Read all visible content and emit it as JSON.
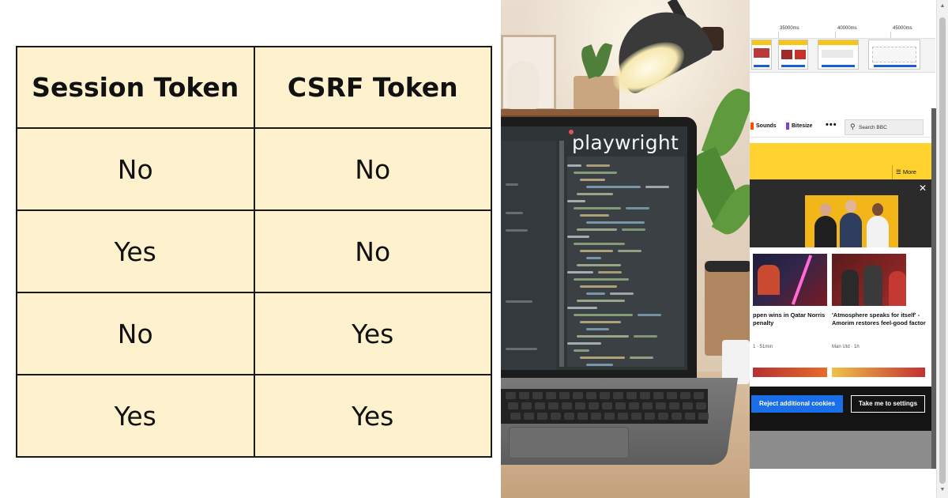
{
  "token_table": {
    "headers": [
      "Session Token",
      "CSRF Token"
    ],
    "rows": [
      [
        "No",
        "No"
      ],
      [
        "Yes",
        "No"
      ],
      [
        "No",
        "Yes"
      ],
      [
        "Yes",
        "Yes"
      ]
    ]
  },
  "laptop_screen": {
    "title": "playwright"
  },
  "devtools_timeline": {
    "ticks": [
      "35000ms",
      "40000ms",
      "45000ms"
    ]
  },
  "bbc_page": {
    "nav": {
      "sounds": "Sounds",
      "bitesize": "Bitesize",
      "more_dots": "•••",
      "search_placeholder": "Search BBC"
    },
    "more_label": "More",
    "close_glyph": "✕",
    "cards": [
      {
        "headline": "ppen wins in Qatar Norris penalty",
        "meta": "1 · 51min"
      },
      {
        "headline": "'Atmosphere speaks for itself' - Amorim restores feel-good factor",
        "meta": "Man Utd · 1h"
      }
    ],
    "cookie_banner": {
      "reject_label": "Reject additional cookies",
      "settings_label": "Take me to settings"
    }
  },
  "colors": {
    "table_fill": "#fdf1ce",
    "bbc_yellow": "#ffd230",
    "reject_blue": "#1a6ee8"
  }
}
